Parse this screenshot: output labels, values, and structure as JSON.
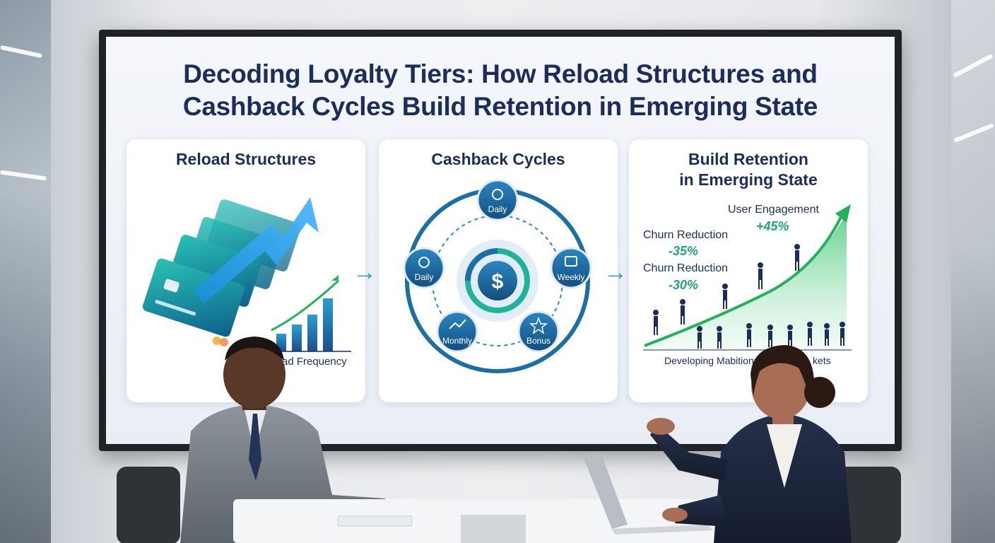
{
  "slide": {
    "title_line1": "Decoding Loyalty Tiers: How Reload Structures and",
    "title_line2": "Cashback Cycles Build Retention in Emerging State"
  },
  "panels": {
    "reload": {
      "title": "Reload Structures",
      "chart_label": "eload Frequency"
    },
    "cashback": {
      "title": "Cashback Cycles",
      "nodes": {
        "daily_top": "Daily",
        "daily_left": "Daily",
        "weekly": "Weekly",
        "monthly": "Monthly",
        "bonus": "Bonus"
      },
      "center_symbol": "$"
    },
    "retention": {
      "title_line1": "Build Retention",
      "title_line2": "in Emerging State",
      "engagement_label": "User Engagement",
      "engagement_value": "+45%",
      "churn1_label": "Churn Reduction",
      "churn1_value": "-35%",
      "churn2_label": "Churn Reduction",
      "churn2_value": "-30%",
      "footer_left": "Developing Mabitionn",
      "footer_right": "kets"
    }
  },
  "colors": {
    "title": "#1b2d5c",
    "accent_teal": "#1f9fc0",
    "accent_green": "#20a678",
    "node_blue": "#1a6fa5"
  }
}
